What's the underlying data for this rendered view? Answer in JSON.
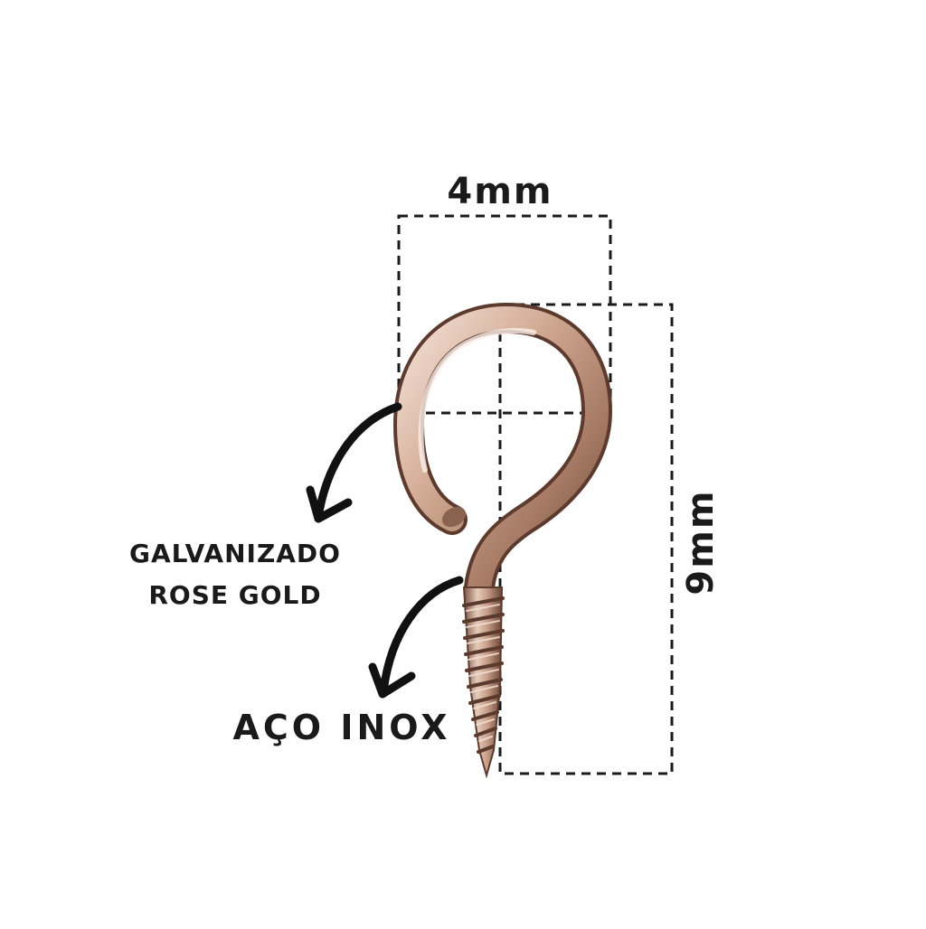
{
  "dimensions": {
    "width_label": "4mm",
    "height_label": "9mm"
  },
  "callouts": {
    "finish_line1": "GALVANIZADO",
    "finish_line2": "ROSE GOLD",
    "material": "AÇO INOX"
  },
  "colors": {
    "metal_light": "#e9d2c4",
    "metal_mid": "#c49a82",
    "metal_dark": "#6e4a39",
    "ink": "#1a1a1a",
    "background": "#ffffff"
  },
  "icons": [
    "curved-arrow-icon"
  ]
}
